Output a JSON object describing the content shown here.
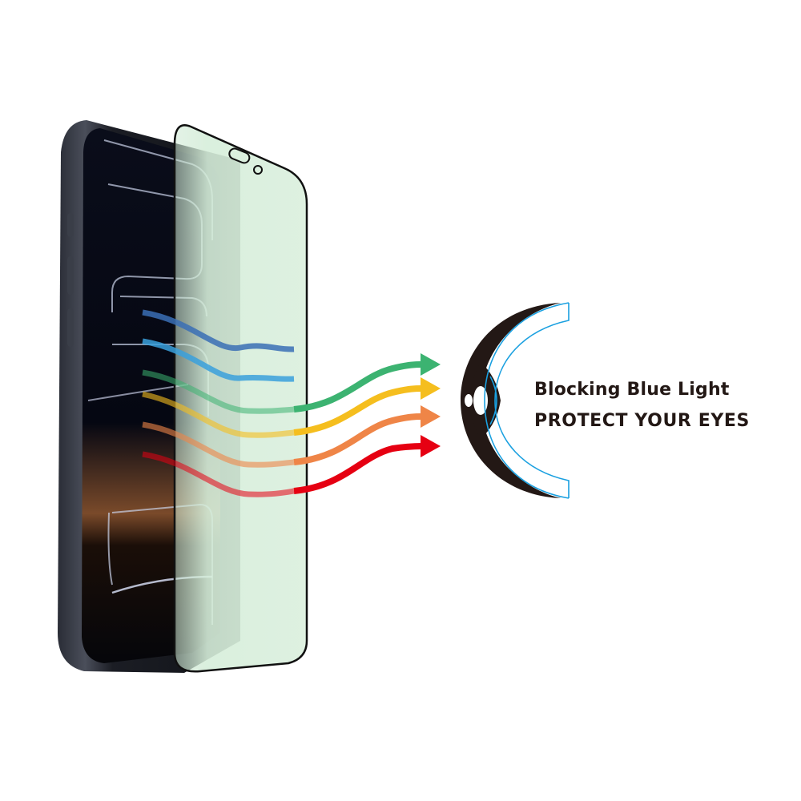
{
  "caption": {
    "title": "Blocking Blue Light",
    "subtitle": "PROTECT YOUR EYES"
  },
  "illustration": {
    "subject": "smartphone-with-screen-protector",
    "protector_tint": "green",
    "eye_diagram": "eye-cross-section"
  },
  "light_rays": [
    {
      "name": "blue-ray-1",
      "color": "#3a6fb5",
      "blocked": true
    },
    {
      "name": "blue-ray-2",
      "color": "#3aa0dc",
      "blocked": true
    },
    {
      "name": "green-ray",
      "color": "#3cb371",
      "blocked": false
    },
    {
      "name": "yellow-ray",
      "color": "#f5be1e",
      "blocked": false
    },
    {
      "name": "orange-ray",
      "color": "#ef8547",
      "blocked": false
    },
    {
      "name": "red-ray",
      "color": "#e60012",
      "blocked": false
    }
  ],
  "colors": {
    "background": "#ffffff",
    "text": "#231815",
    "protector_fill": "#d8eedc",
    "lens_outline": "#1aa0e0",
    "eye_black": "#231815"
  }
}
